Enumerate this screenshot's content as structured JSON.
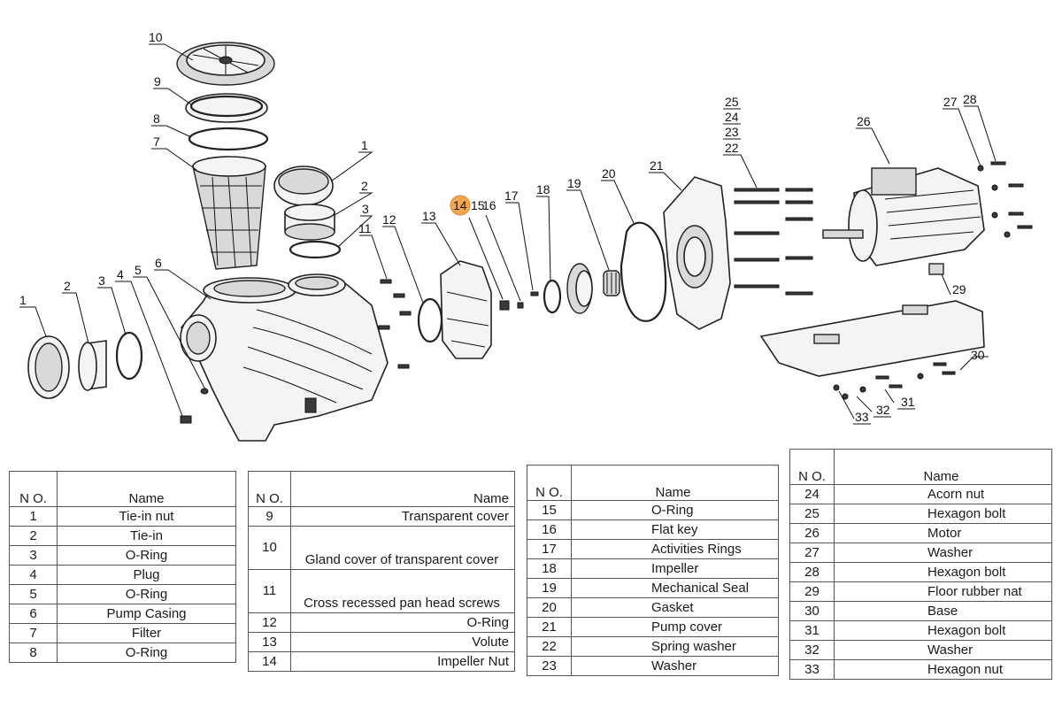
{
  "callouts": [
    "1",
    "2",
    "3",
    "4",
    "5",
    "6",
    "7",
    "8",
    "9",
    "10",
    "11",
    "12",
    "13",
    "14",
    "15",
    "16",
    "17",
    "18",
    "19",
    "20",
    "21",
    "22",
    "23",
    "24",
    "25",
    "26",
    "27",
    "28",
    "29",
    "30",
    "31",
    "32",
    "33",
    "1",
    "2",
    "3"
  ],
  "tables": [
    {
      "header": {
        "no": "N O.",
        "name": "Name"
      },
      "rows": [
        {
          "no": "1",
          "name": "Tie-in nut"
        },
        {
          "no": "2",
          "name": "Tie-in"
        },
        {
          "no": "3",
          "name": "O-Ring"
        },
        {
          "no": "4",
          "name": "Plug"
        },
        {
          "no": "5",
          "name": "O-Ring"
        },
        {
          "no": "6",
          "name": "Pump Casing"
        },
        {
          "no": "7",
          "name": "Filter"
        },
        {
          "no": "8",
          "name": "O-Ring"
        }
      ]
    },
    {
      "header": {
        "no": "N O.",
        "name": "Name"
      },
      "rows": [
        {
          "no": "9",
          "name": "Transparent cover"
        },
        {
          "no": "10",
          "name": "Gland cover of transparent cover"
        },
        {
          "no": "11",
          "name": "Cross recessed pan head screws"
        },
        {
          "no": "12",
          "name": "O-Ring"
        },
        {
          "no": "13",
          "name": "Volute"
        },
        {
          "no": "14",
          "name": "Impeller Nut"
        }
      ]
    },
    {
      "header": {
        "no": "N O.",
        "name": "Name"
      },
      "rows": [
        {
          "no": "15",
          "name": "O-Ring"
        },
        {
          "no": "16",
          "name": "Flat key"
        },
        {
          "no": "17",
          "name": "Activities Rings"
        },
        {
          "no": "18",
          "name": "Impeller"
        },
        {
          "no": "19",
          "name": "Mechanical Seal"
        },
        {
          "no": "20",
          "name": "Gasket"
        },
        {
          "no": "21",
          "name": "Pump cover"
        },
        {
          "no": "22",
          "name": "Spring washer"
        },
        {
          "no": "23",
          "name": "Washer"
        }
      ]
    },
    {
      "header": {
        "no": "N O.",
        "name": "Name"
      },
      "rows": [
        {
          "no": "24",
          "name": "Acorn nut"
        },
        {
          "no": "25",
          "name": "Hexagon bolt"
        },
        {
          "no": "26",
          "name": "Motor"
        },
        {
          "no": "27",
          "name": "Washer"
        },
        {
          "no": "28",
          "name": "Hexagon bolt"
        },
        {
          "no": "29",
          "name": "Floor rubber nat"
        },
        {
          "no": "30",
          "name": "Base"
        },
        {
          "no": "31",
          "name": "Hexagon bolt"
        },
        {
          "no": "32",
          "name": "Washer"
        },
        {
          "no": "33",
          "name": "Hexagon nut"
        }
      ]
    }
  ],
  "colors": {
    "highlight": "#f6a651",
    "line": "#222222"
  }
}
